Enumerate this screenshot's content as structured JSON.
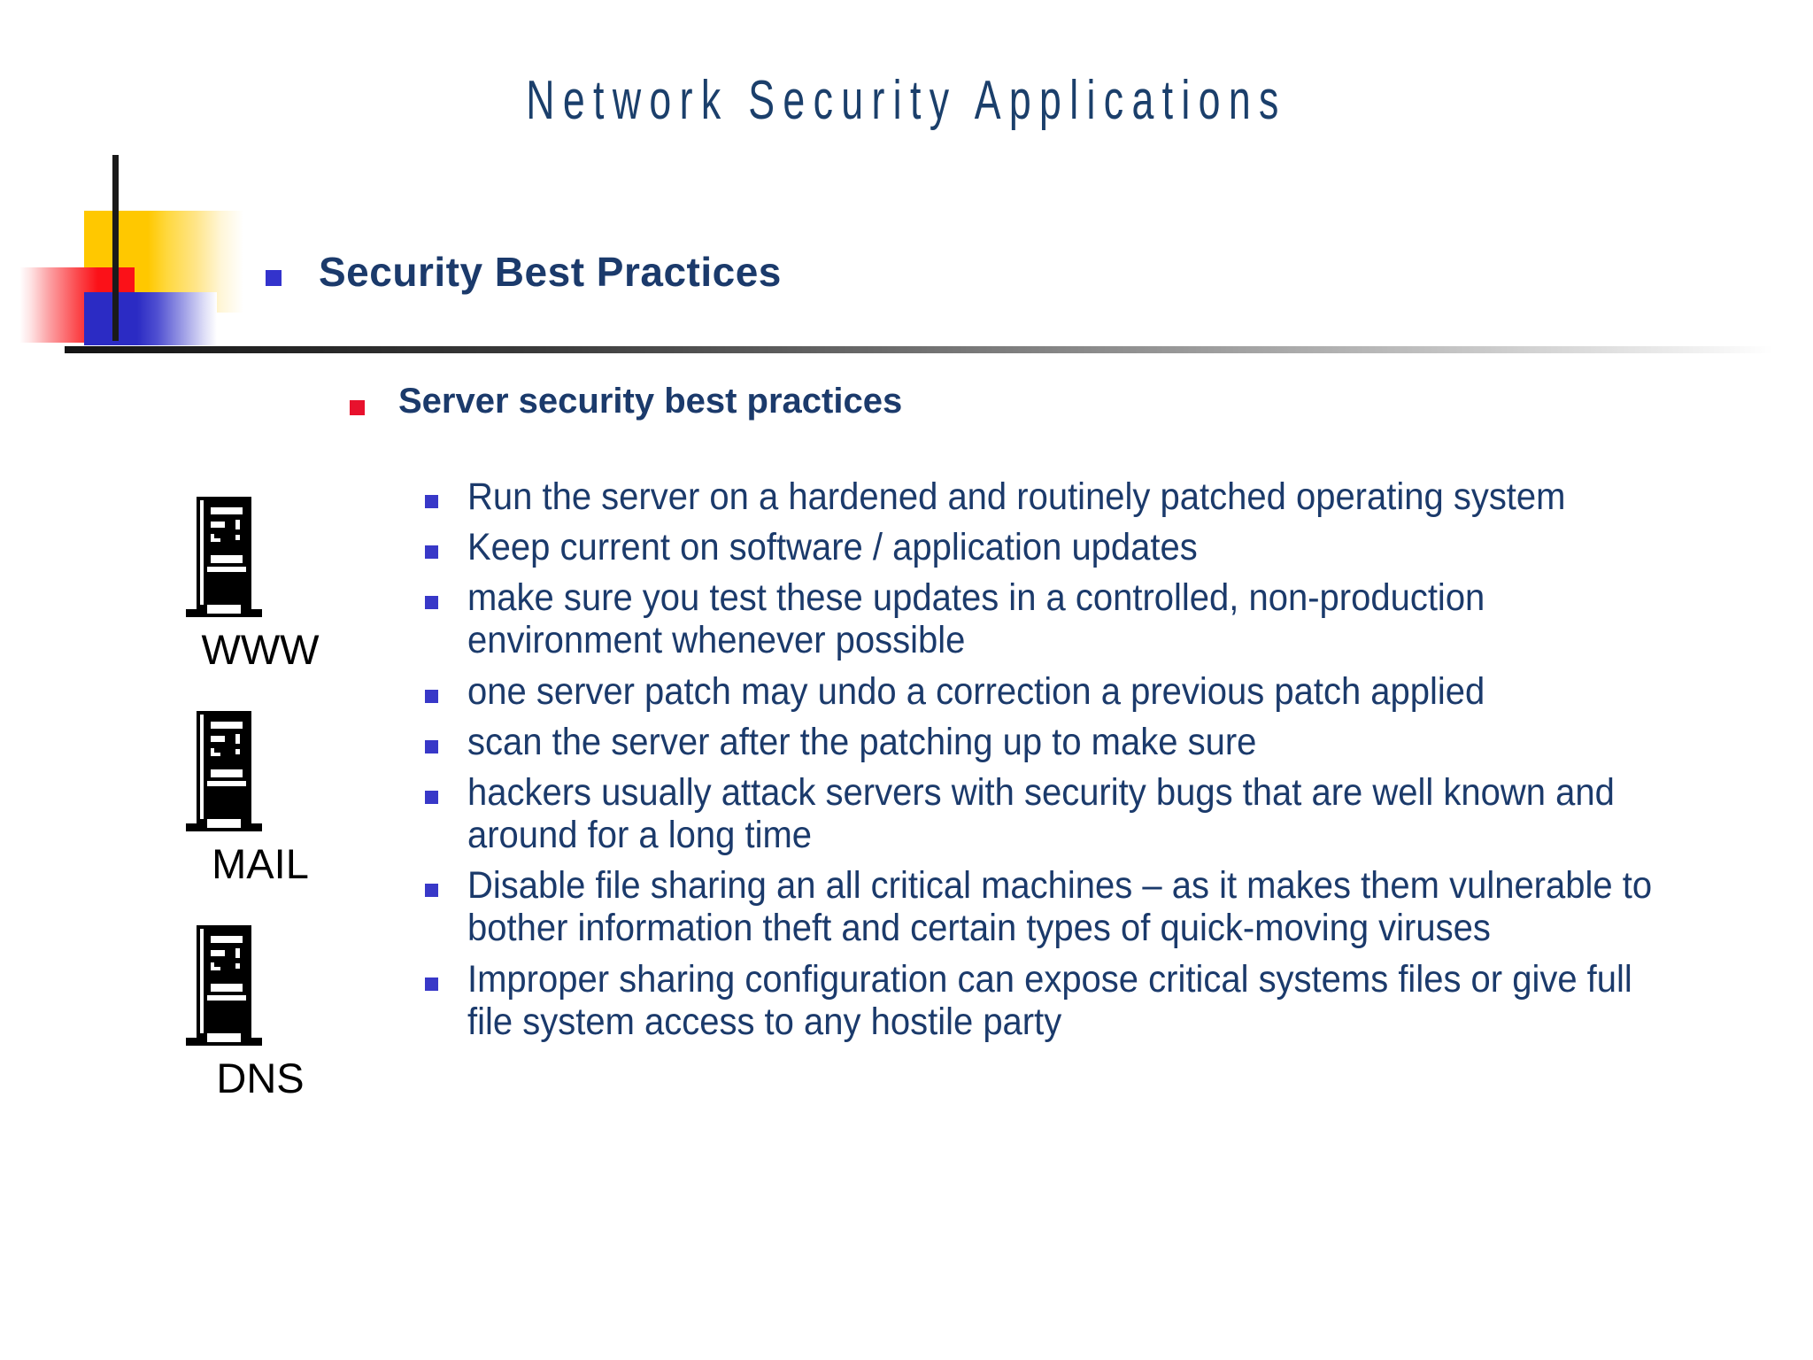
{
  "slide": {
    "title": "Network Security Applications",
    "heading_level1": "Security Best Practices",
    "heading_level2": "Server security best practices",
    "colors": {
      "title_blue": "#1b3f6b",
      "heading_blue": "#1b3a6b",
      "body_blue": "#1b3a6b",
      "bullet_blue": "#3333CC",
      "bullet_red": "#E8112D",
      "logo_yellow": "#FFC800",
      "logo_red": "#FB1118",
      "logo_blue": "#2B2BC4",
      "axis_black": "#1a1a1a",
      "background": "#ffffff"
    }
  },
  "servers": [
    {
      "icon": "server-tower-icon",
      "label": "WWW"
    },
    {
      "icon": "server-tower-icon",
      "label": "MAIL"
    },
    {
      "icon": "server-tower-icon",
      "label": "DNS"
    }
  ],
  "bullets": [
    "Run the server on a hardened and routinely patched operating system",
    "Keep current on software / application updates",
    "make sure you test these updates in a controlled, non-production environment whenever possible",
    "one server patch may undo a correction a previous patch applied",
    "scan the server after the patching up to make sure",
    "hackers usually attack servers with security bugs that are well known and around for a long time",
    "Disable file sharing an all critical machines – as it makes them vulnerable to bother information theft and certain types of quick-moving viruses",
    "Improper sharing configuration can expose critical systems files or give full file system access to any hostile party"
  ]
}
